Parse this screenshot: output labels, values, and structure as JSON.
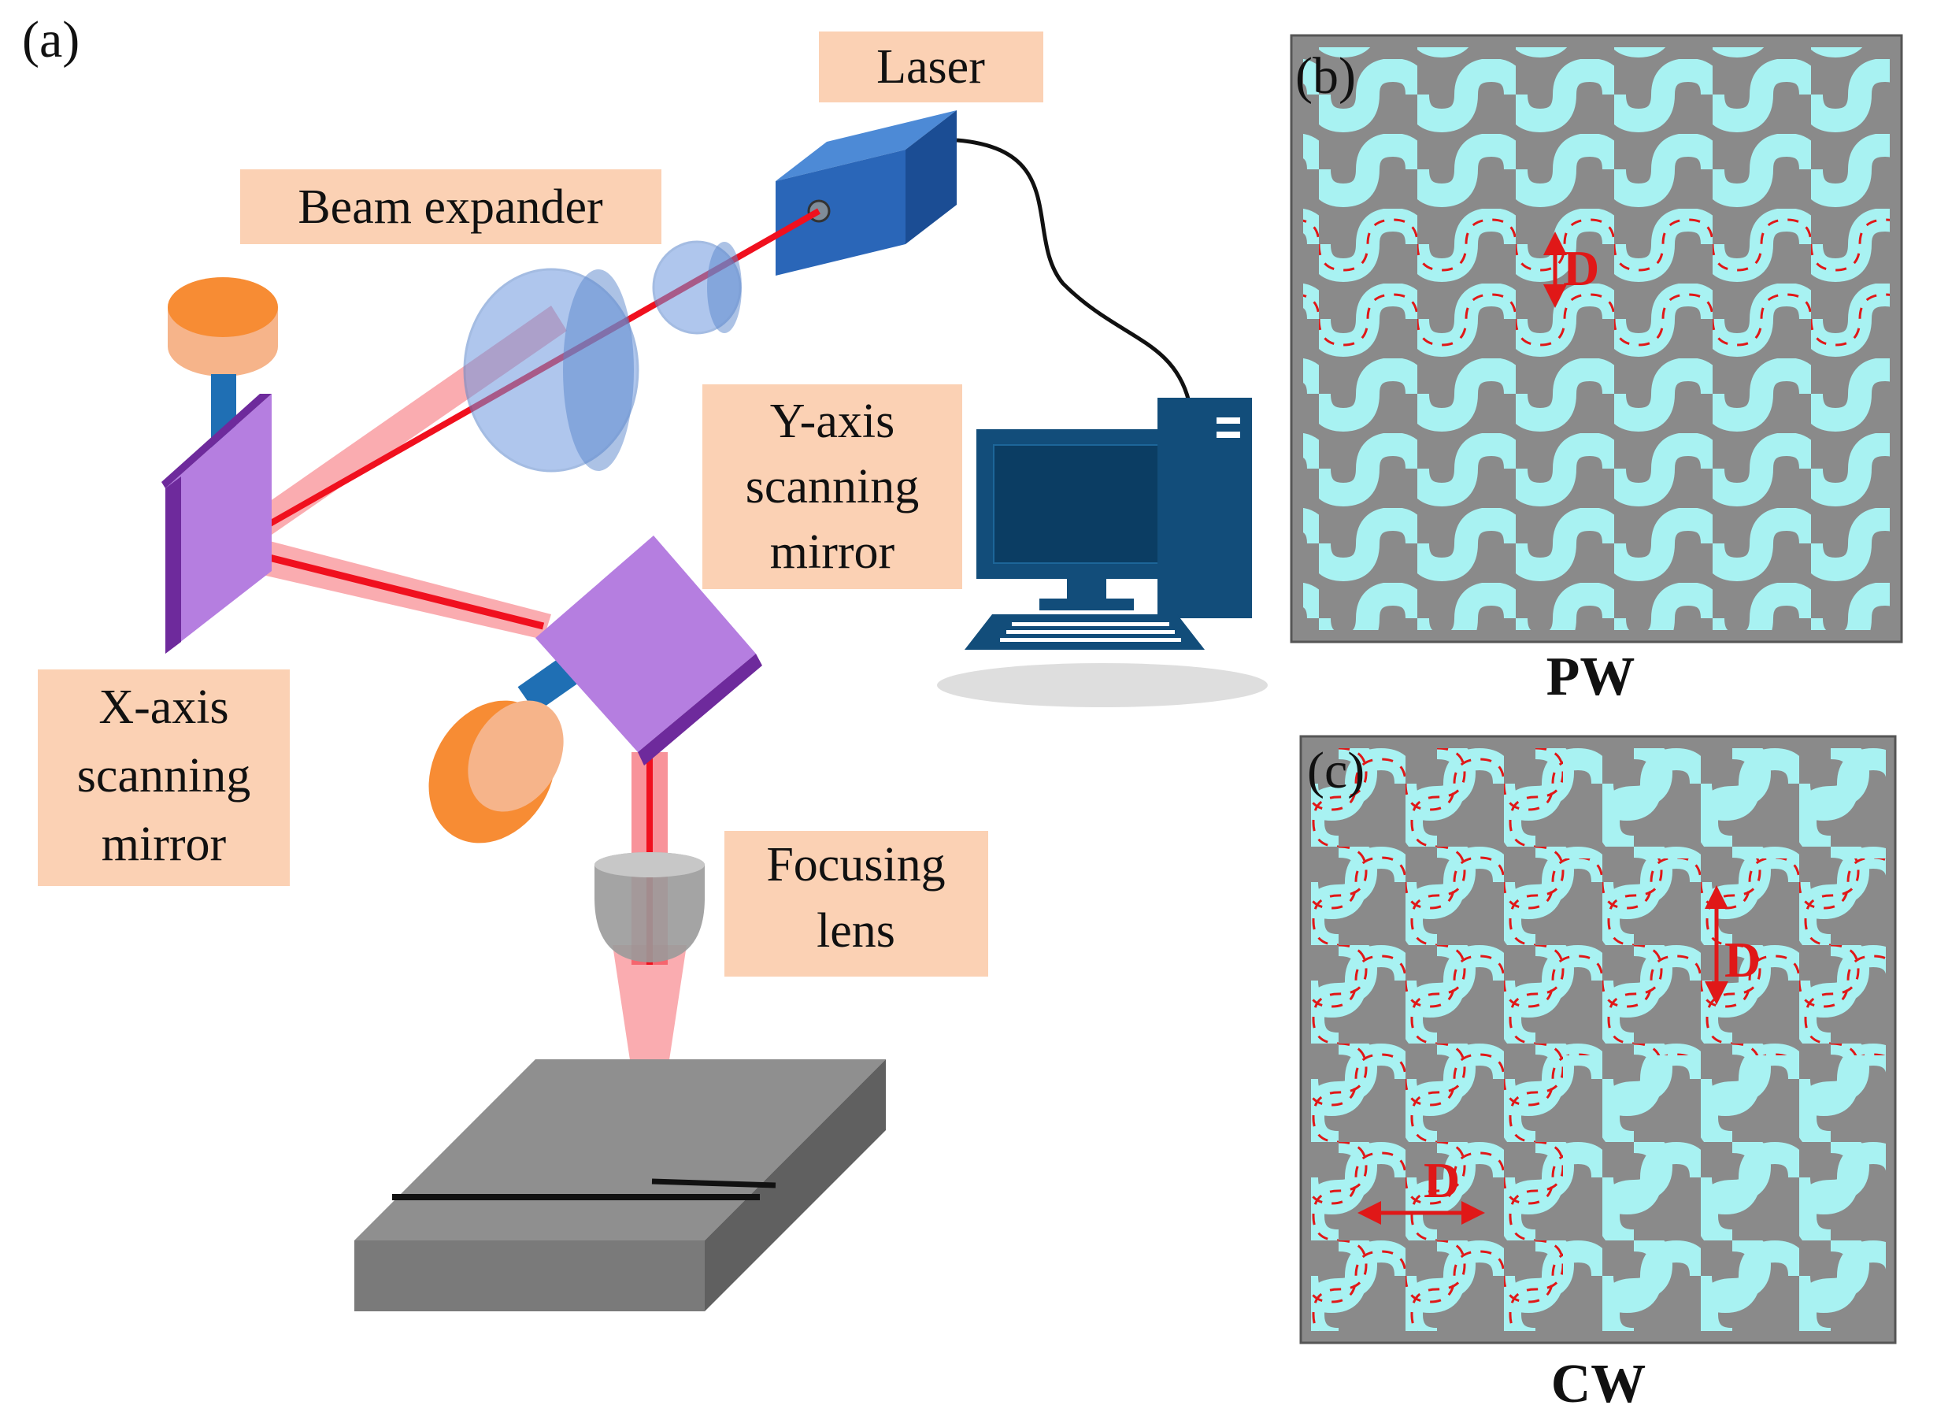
{
  "panels": {
    "a": {
      "letter": "(a)"
    },
    "b": {
      "letter": "(b)",
      "caption": "PW",
      "dim_label": "D"
    },
    "c": {
      "letter": "(c)",
      "caption": "CW",
      "dim_label_1": "D",
      "dim_label_2": "D"
    }
  },
  "labels": {
    "laser": "Laser",
    "beam_expander": "Beam expander",
    "y_mirror": [
      "Y-axis",
      "scanning",
      "mirror"
    ],
    "x_mirror": [
      "X-axis",
      "scanning",
      "mirror"
    ],
    "focusing_lens": [
      "Focusing",
      "lens"
    ]
  },
  "colors": {
    "label_box": "#fbd1b4",
    "beam": "#f0101e",
    "mirror": "#b57ee0",
    "mirror_edge": "#6e2a9c",
    "motor": "#f78c34",
    "laser_body": "#2a66b8",
    "computer": "#124d7a",
    "wave_fill": "#a8f2f2",
    "panel_bg": "#8a8a8a",
    "stage": "#8f8f8f",
    "dim_marker": "#e01818"
  }
}
